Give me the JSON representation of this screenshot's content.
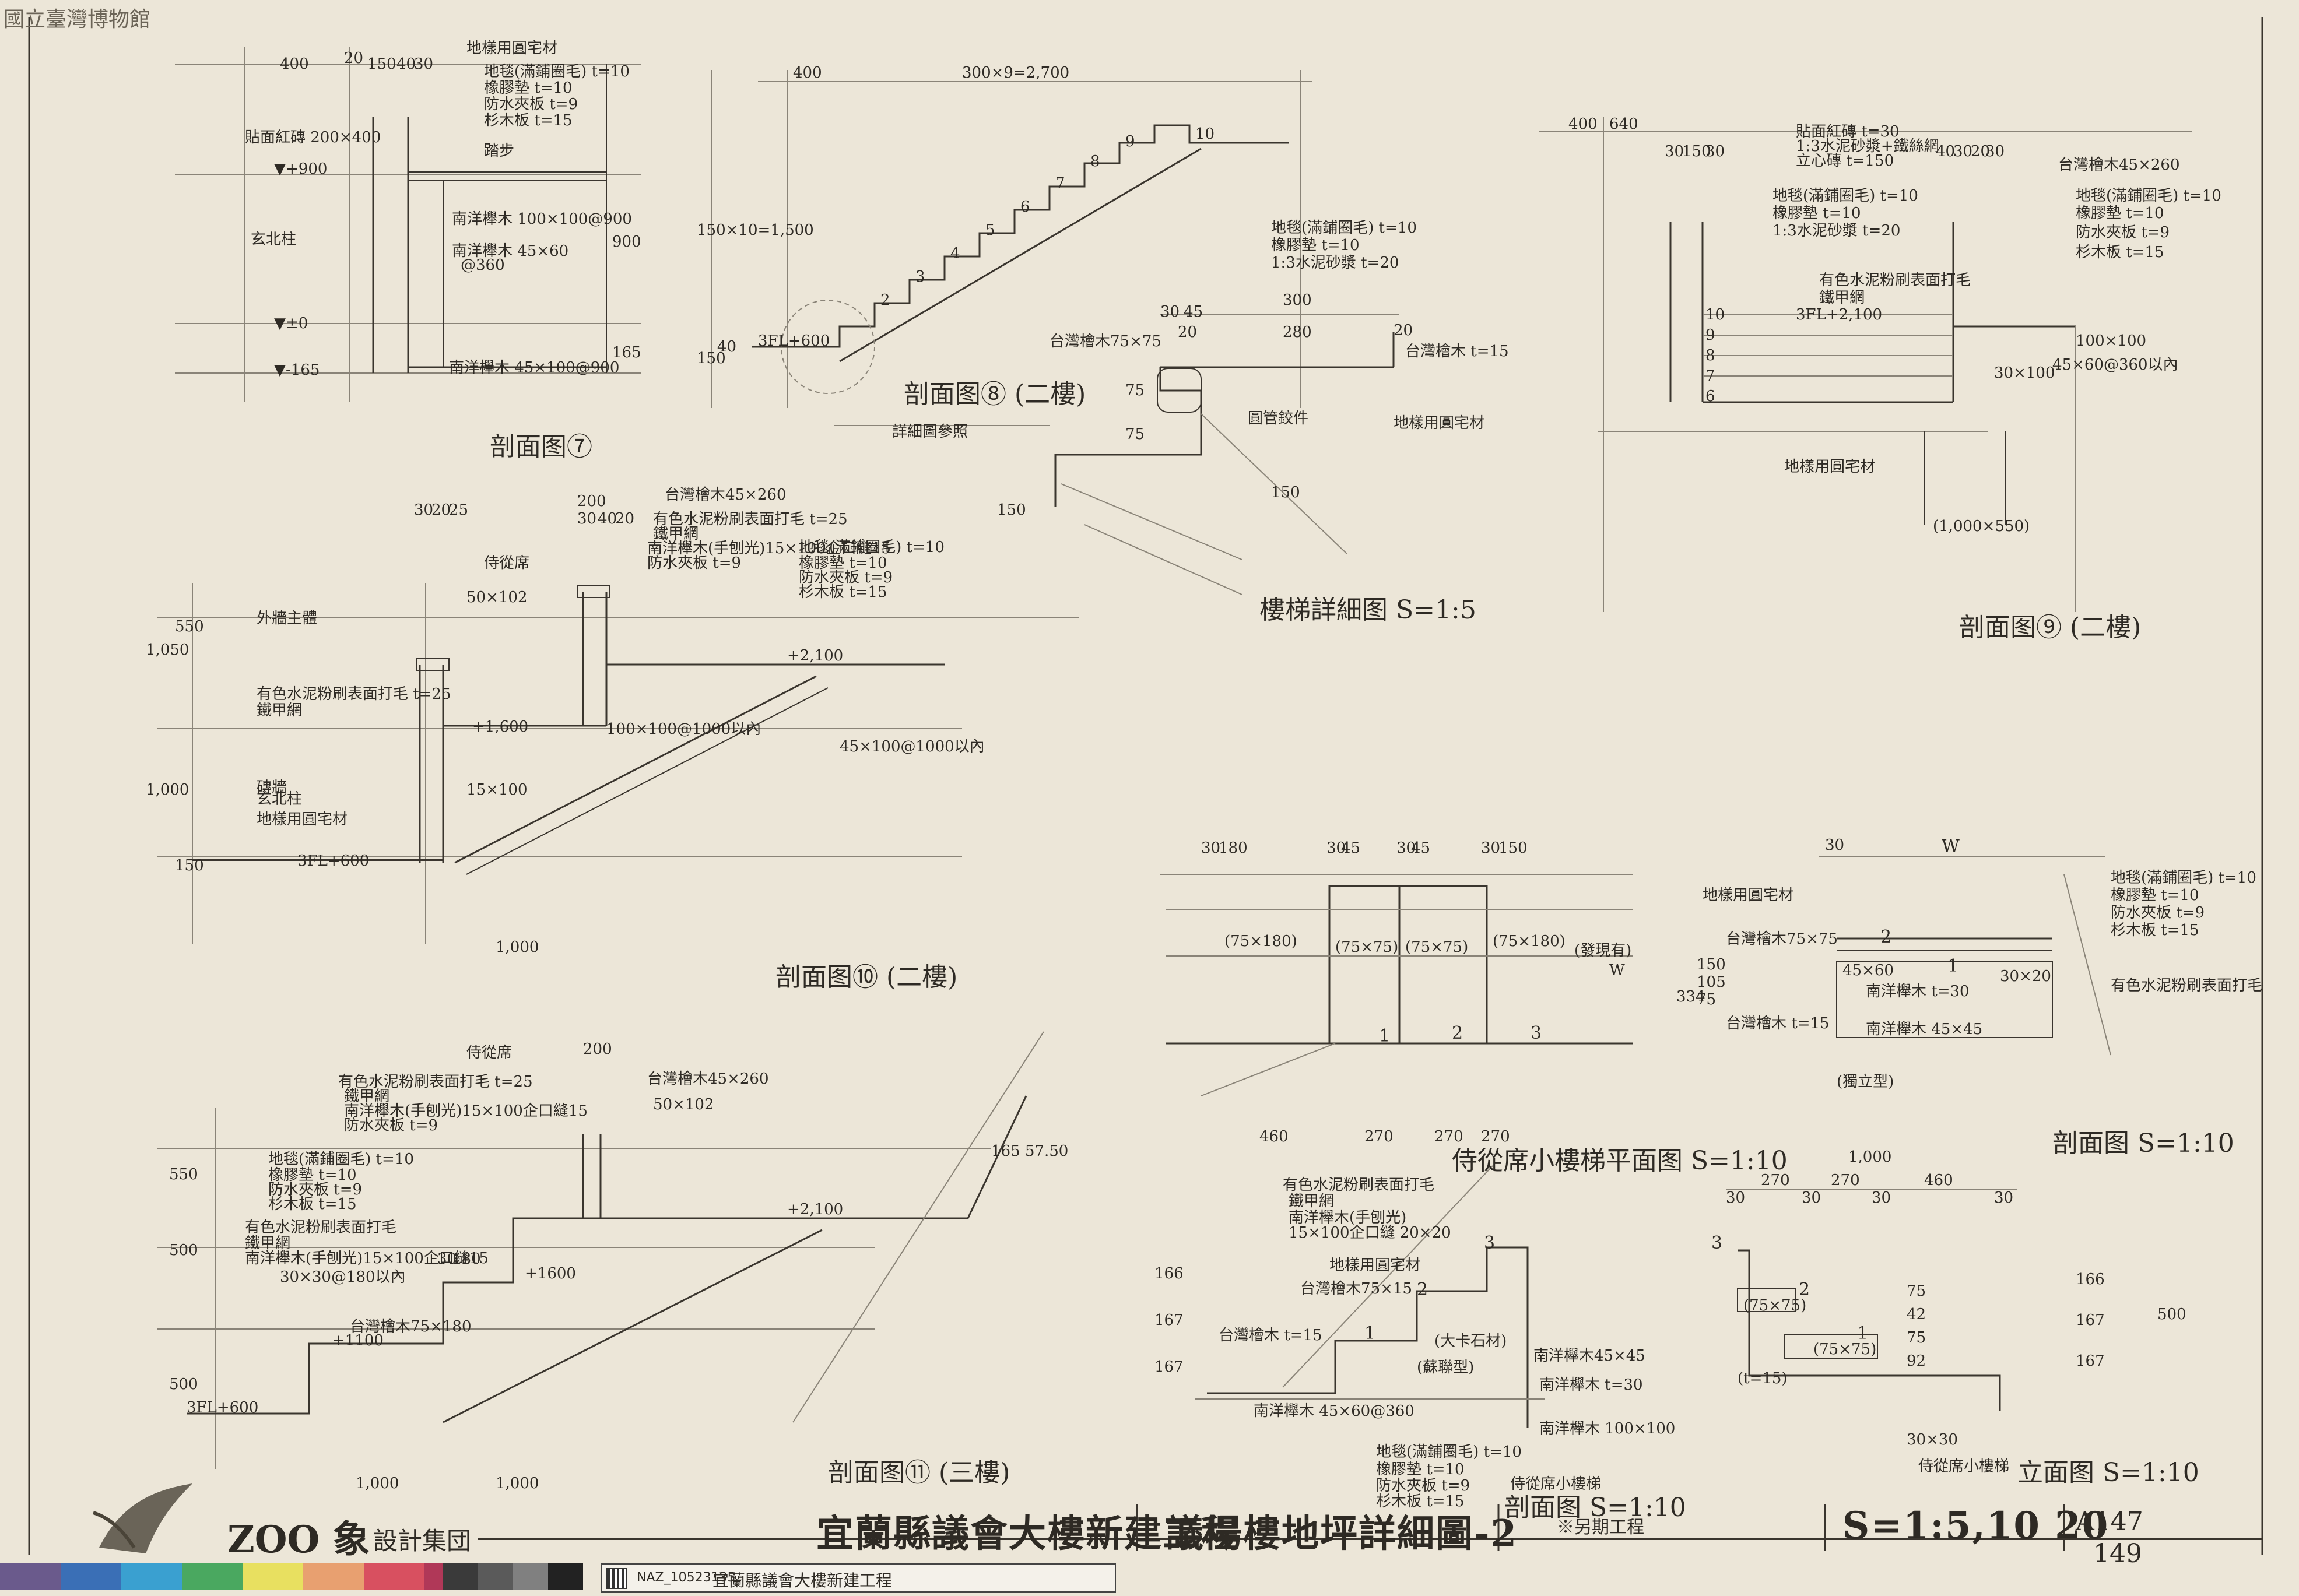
{
  "museum_mark": "國立臺灣博物館",
  "drawings": {
    "d7": {
      "caption": "剖面图⑦",
      "notes": [
        "地樣用圓宅材",
        "地毯(滿鋪圈毛) t=10",
        "橡膠墊 t=10",
        "防水夾板 t=9",
        "杉木板 t=15",
        "貼面紅磚 200×400",
        "南洋櫸木 100×100@900",
        "南洋櫸木 45×60",
        "@360",
        "南洋櫸木 45×100@900",
        "踏步",
        "玄北柱"
      ],
      "levels": [
        "▼+900",
        "▼±0",
        "▼-165"
      ],
      "dims": [
        "400",
        "20",
        "150",
        "40",
        "30",
        "900",
        "165"
      ]
    },
    "d8": {
      "caption": "剖面图⑧ (二樓)",
      "dims": [
        "400",
        "300×9=2,700",
        "10",
        "150×10=1,500",
        "150",
        "40",
        "2",
        "3",
        "4",
        "5",
        "6",
        "7",
        "8",
        "9"
      ],
      "notes": [
        "3FL+600",
        "詳細圖參照"
      ]
    },
    "stair_detail": {
      "caption": "樓梯詳細图 S=1:5",
      "notes": [
        "地毯(滿鋪圈毛) t=10",
        "橡膠墊 t=10",
        "1:3水泥砂漿 t=20",
        "台灣檜木75×75",
        "台灣檜木 t=15",
        "圓管鉸件",
        "地樣用圓宅材"
      ],
      "dims": [
        "300",
        "280",
        "20",
        "30",
        "45",
        "20",
        "75",
        "75",
        "150",
        "150"
      ]
    },
    "d9": {
      "caption": "剖面图⑨ (二樓)",
      "notes": [
        "貼面紅磚 t=30",
        "1:3水泥砂漿+鐵絲網",
        "立心磚 t=150",
        "地毯(滿鋪圈毛) t=10",
        "橡膠墊 t=10",
        "1:3水泥砂漿 t=20",
        "台灣檜木45×260",
        "地毯(滿鋪圈毛) t=10",
        "橡膠墊 t=10",
        "防水夾板 t=9",
        "杉木板 t=15",
        "有色水泥粉刷表面打毛",
        "鐵甲網",
        "3FL+2,100",
        "100×100",
        "45×60@360以內",
        "30×100",
        "地樣用圓宅材",
        "(1,000×550)"
      ],
      "levels": [
        "10",
        "9",
        "8",
        "7",
        "6"
      ],
      "dims": [
        "400",
        "640",
        "30",
        "150",
        "30",
        "40",
        "30",
        "20",
        "30"
      ]
    },
    "d10": {
      "caption": "剖面图⑩ (二樓)",
      "notes": [
        "台灣檜木45×260",
        "有色水泥粉刷表面打毛 t=25",
        "鐵甲網",
        "南洋櫸木(手刨光)15×100企口縫15",
        "防水夾板 t=9",
        "地毯(滿鋪圈毛) t=10",
        "橡膠墊 t=10",
        "防水夾板 t=9",
        "杉木板 t=15",
        "有色水泥粉刷表面打毛 t=25",
        "鐵甲網",
        "地樣用圓宅材",
        "3FL+600",
        "+1,600",
        "+2,100",
        "50×102",
        "45×100@1000以內",
        "100×100@1000以內",
        "15×100",
        "磚牆",
        "玄北柱",
        "外牆主體",
        "侍從席"
      ],
      "dims": [
        "200",
        "30",
        "20",
        "25",
        "30",
        "40",
        "20",
        "550",
        "1,050",
        "1,000",
        "150",
        "1,000"
      ]
    },
    "d11": {
      "caption": "剖面图⑪ (三樓)",
      "notes": [
        "侍從席",
        "有色水泥粉刷表面打毛 t=25",
        "鐵甲網",
        "南洋櫸木(手刨光)15×100企口縫15",
        "防水夾板 t=9",
        "台灣檜木45×260",
        "50×102",
        "地毯(滿鋪圈毛) t=10",
        "橡膠墊 t=10",
        "防水夾板 t=9",
        "杉木板 t=15",
        "有色水泥粉刷表面打毛",
        "鐵甲網",
        "南洋櫸木(手刨光)15×100企口縫15",
        "30×30@180以內",
        "台灣檜木75×180",
        "+1100",
        "+1600",
        "+2,100",
        "3FL+600",
        "165 57.50"
      ],
      "dims": [
        "200",
        "550",
        "500",
        "500",
        "1,000",
        "1,000",
        "30",
        "180"
      ]
    },
    "plan": {
      "caption": "侍從席小樓梯平面图 S=1:10",
      "labels": [
        "1",
        "2",
        "3",
        "(75×180)",
        "(75×75)",
        "(75×75)",
        "(75×180)",
        "(發現有)",
        "W",
        "30",
        "180",
        "30",
        "45",
        "30",
        "45",
        "30",
        "150",
        "460",
        "270",
        "270",
        "270"
      ]
    },
    "sec_s10": {
      "caption": "剖面图 S=1:10",
      "notes": [
        "地樣用圓宅材",
        "地毯(滿鋪圈毛) t=10",
        "橡膠墊 t=10",
        "防水夾板 t=9",
        "杉木板 t=15",
        "台灣檜木75×75",
        "台灣檜木 t=15",
        "有色水泥粉刷表面打毛",
        "(獨立型)",
        "2",
        "1",
        "W",
        "30",
        "334",
        "150",
        "105",
        "75",
        "45×60",
        "南洋櫸木 t=30",
        "南洋櫸木 45×45",
        "30×20"
      ]
    },
    "elev": {
      "caption": "立面图 S=1:10",
      "sub": "侍從席小樓梯",
      "dims": [
        "1,000",
        "270",
        "270",
        "460",
        "30",
        "30",
        "30",
        "30",
        "(75×75)",
        "(75×75)",
        "(t=15)",
        "167",
        "167",
        "166",
        "500",
        "92",
        "75",
        "42",
        "75",
        "30×30",
        "1",
        "2",
        "3"
      ]
    },
    "bottom_sec": {
      "caption": "剖面图 S=1:10",
      "sub": "侍從席小樓梯",
      "notes": [
        "有色水泥粉刷表面打毛",
        "鐵甲網",
        "南洋櫸木(手刨光)",
        "15×100企口縫 20×20",
        "地樣用圓宅材",
        "台灣檜木75×15",
        "台灣檜木 t=15",
        "南洋櫸木45×45",
        "南洋櫸木 t=30",
        "南洋櫸木 45×60@360",
        "南洋櫸木 100×100",
        "地毯(滿鋪圈毛) t=10",
        "橡膠墊 t=10",
        "防水夾板 t=9",
        "杉木板 t=15",
        "(大卡石材)",
        "(蘇聯型)"
      ],
      "dims": [
        "167",
        "167",
        "166",
        "1",
        "2",
        "3"
      ]
    }
  },
  "title_block": {
    "firm": "ZOO 象",
    "firm_sub": "設計集団",
    "project": "宜蘭縣議會大樓新建工程",
    "sheet_title": "議場樓地坪詳細圖-2",
    "remark": "※另期工程",
    "scale": "S=1:5,10 20",
    "sheet_no": "A147",
    "page_no": "149"
  },
  "archive_label": {
    "code": "NAZ_10523135",
    "name": "宜蘭縣議會大樓新建工程"
  },
  "color_strip": [
    "#6a5a8c",
    "#3a6fb6",
    "#3aa0d0",
    "#4aa860",
    "#e8e060",
    "#e8a070",
    "#d85060",
    "#b03858",
    "#f0eee8",
    "#ffffff",
    "#808080",
    "#5a5a5a",
    "#3a3a3a",
    "#222222"
  ]
}
